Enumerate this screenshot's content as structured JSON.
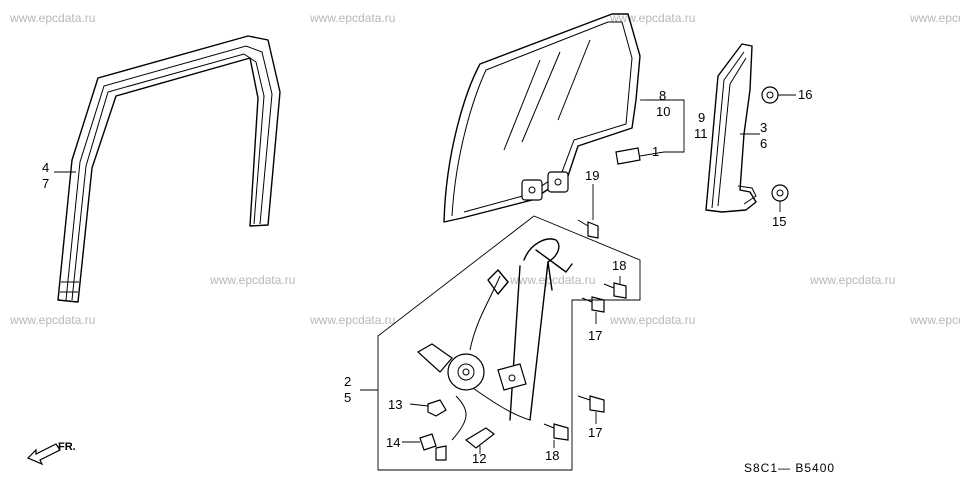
{
  "watermark": "www.epcdata.ru",
  "callouts": {
    "c1": "1",
    "c2": "2",
    "c3": "3",
    "c4": "4",
    "c5": "5",
    "c6": "6",
    "c7": "7",
    "c8": "8",
    "c9": "9",
    "c10": "10",
    "c11": "11",
    "c12": "12",
    "c13": "13",
    "c14": "14",
    "c15": "15",
    "c16": "16",
    "c17a": "17",
    "c17b": "17",
    "c18a": "18",
    "c18b": "18",
    "c19": "19"
  },
  "direction_label": "FR.",
  "diagram_code": "S8C1— B5400"
}
